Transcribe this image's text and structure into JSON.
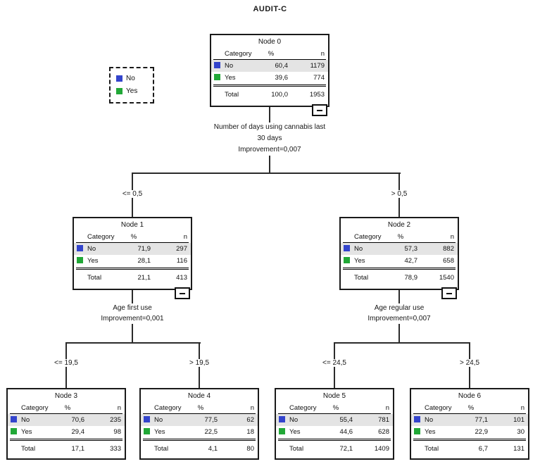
{
  "title": "AUDIT-C",
  "colors": {
    "no_swatch": "#3344cc",
    "yes_swatch": "#21a837",
    "row_shade": "#e4e4e4",
    "line": "#2b2b2b"
  },
  "legend": {
    "items": [
      {
        "label": "No"
      },
      {
        "label": "Yes"
      }
    ]
  },
  "table": {
    "category": "Category",
    "percent": "%",
    "n": "n",
    "total": "Total"
  },
  "nodes": {
    "n0": {
      "title": "Node 0",
      "no_pct": "60,4",
      "no_n": "1179",
      "yes_pct": "39,6",
      "yes_n": "774",
      "total_pct": "100,0",
      "total_n": "1953"
    },
    "n1": {
      "title": "Node 1",
      "no_pct": "71,9",
      "no_n": "297",
      "yes_pct": "28,1",
      "yes_n": "116",
      "total_pct": "21,1",
      "total_n": "413"
    },
    "n2": {
      "title": "Node 2",
      "no_pct": "57,3",
      "no_n": "882",
      "yes_pct": "42,7",
      "yes_n": "658",
      "total_pct": "78,9",
      "total_n": "1540"
    },
    "n3": {
      "title": "Node 3",
      "no_pct": "70,6",
      "no_n": "235",
      "yes_pct": "29,4",
      "yes_n": "98",
      "total_pct": "17,1",
      "total_n": "333"
    },
    "n4": {
      "title": "Node 4",
      "no_pct": "77,5",
      "no_n": "62",
      "yes_pct": "22,5",
      "yes_n": "18",
      "total_pct": "4,1",
      "total_n": "80"
    },
    "n5": {
      "title": "Node 5",
      "no_pct": "55,4",
      "no_n": "781",
      "yes_pct": "44,6",
      "yes_n": "628",
      "total_pct": "72,1",
      "total_n": "1409"
    },
    "n6": {
      "title": "Node 6",
      "no_pct": "77,1",
      "no_n": "101",
      "yes_pct": "22,9",
      "yes_n": "30",
      "total_pct": "6,7",
      "total_n": "131"
    }
  },
  "splits": {
    "s0": {
      "line1": "Number of days using cannabis last",
      "line2": "30 days",
      "improvement": "Improvement=0,007",
      "left": "<= 0,5",
      "right": "> 0,5"
    },
    "s1": {
      "line1": "Age first use",
      "improvement": "Improvement=0,001",
      "left": "<= 19,5",
      "right": "> 19,5"
    },
    "s2": {
      "line1": "Age regular use",
      "improvement": "Improvement=0,007",
      "left": "<= 24,5",
      "right": "> 24,5"
    }
  }
}
